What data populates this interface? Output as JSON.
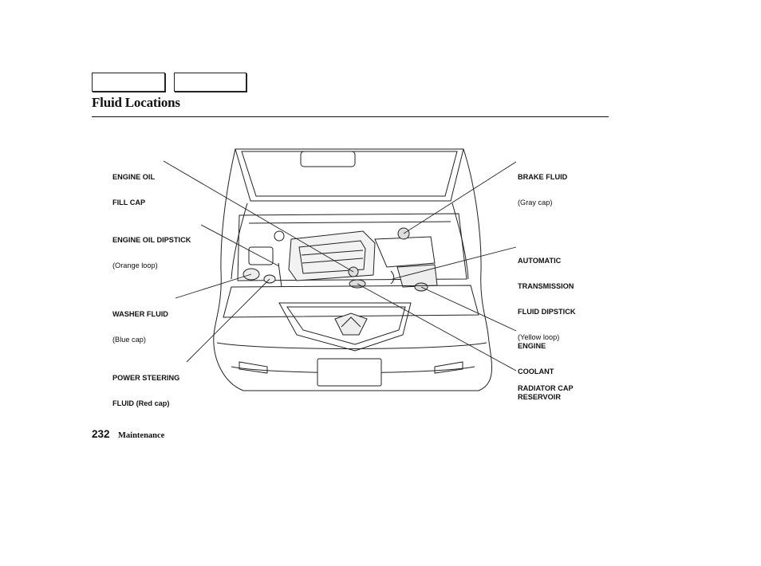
{
  "header": {
    "title": "Fluid Locations"
  },
  "callouts": {
    "engine_oil_fill_cap": {
      "line1": "ENGINE OIL",
      "line2": "FILL CAP"
    },
    "engine_oil_dipstick": {
      "line1": "ENGINE OIL DIPSTICK",
      "sub": "(Orange loop)"
    },
    "washer_fluid": {
      "line1": "WASHER FLUID",
      "sub": "(Blue cap)"
    },
    "power_steering_fluid": {
      "line1": "POWER STEERING",
      "line2": "FLUID (Red cap)"
    },
    "brake_fluid": {
      "line1": "BRAKE FLUID",
      "sub": "(Gray cap)"
    },
    "automatic_transmission": {
      "line1": "AUTOMATIC",
      "line2": "TRANSMISSION",
      "line3": "FLUID DIPSTICK",
      "sub": "(Yellow loop)"
    },
    "engine_coolant": {
      "line1": "ENGINE",
      "line2": "COOLANT",
      "line3": "RESERVOIR"
    },
    "radiator_cap": {
      "line1": "RADIATOR CAP"
    }
  },
  "footer": {
    "page_number": "232",
    "section": "Maintenance"
  }
}
